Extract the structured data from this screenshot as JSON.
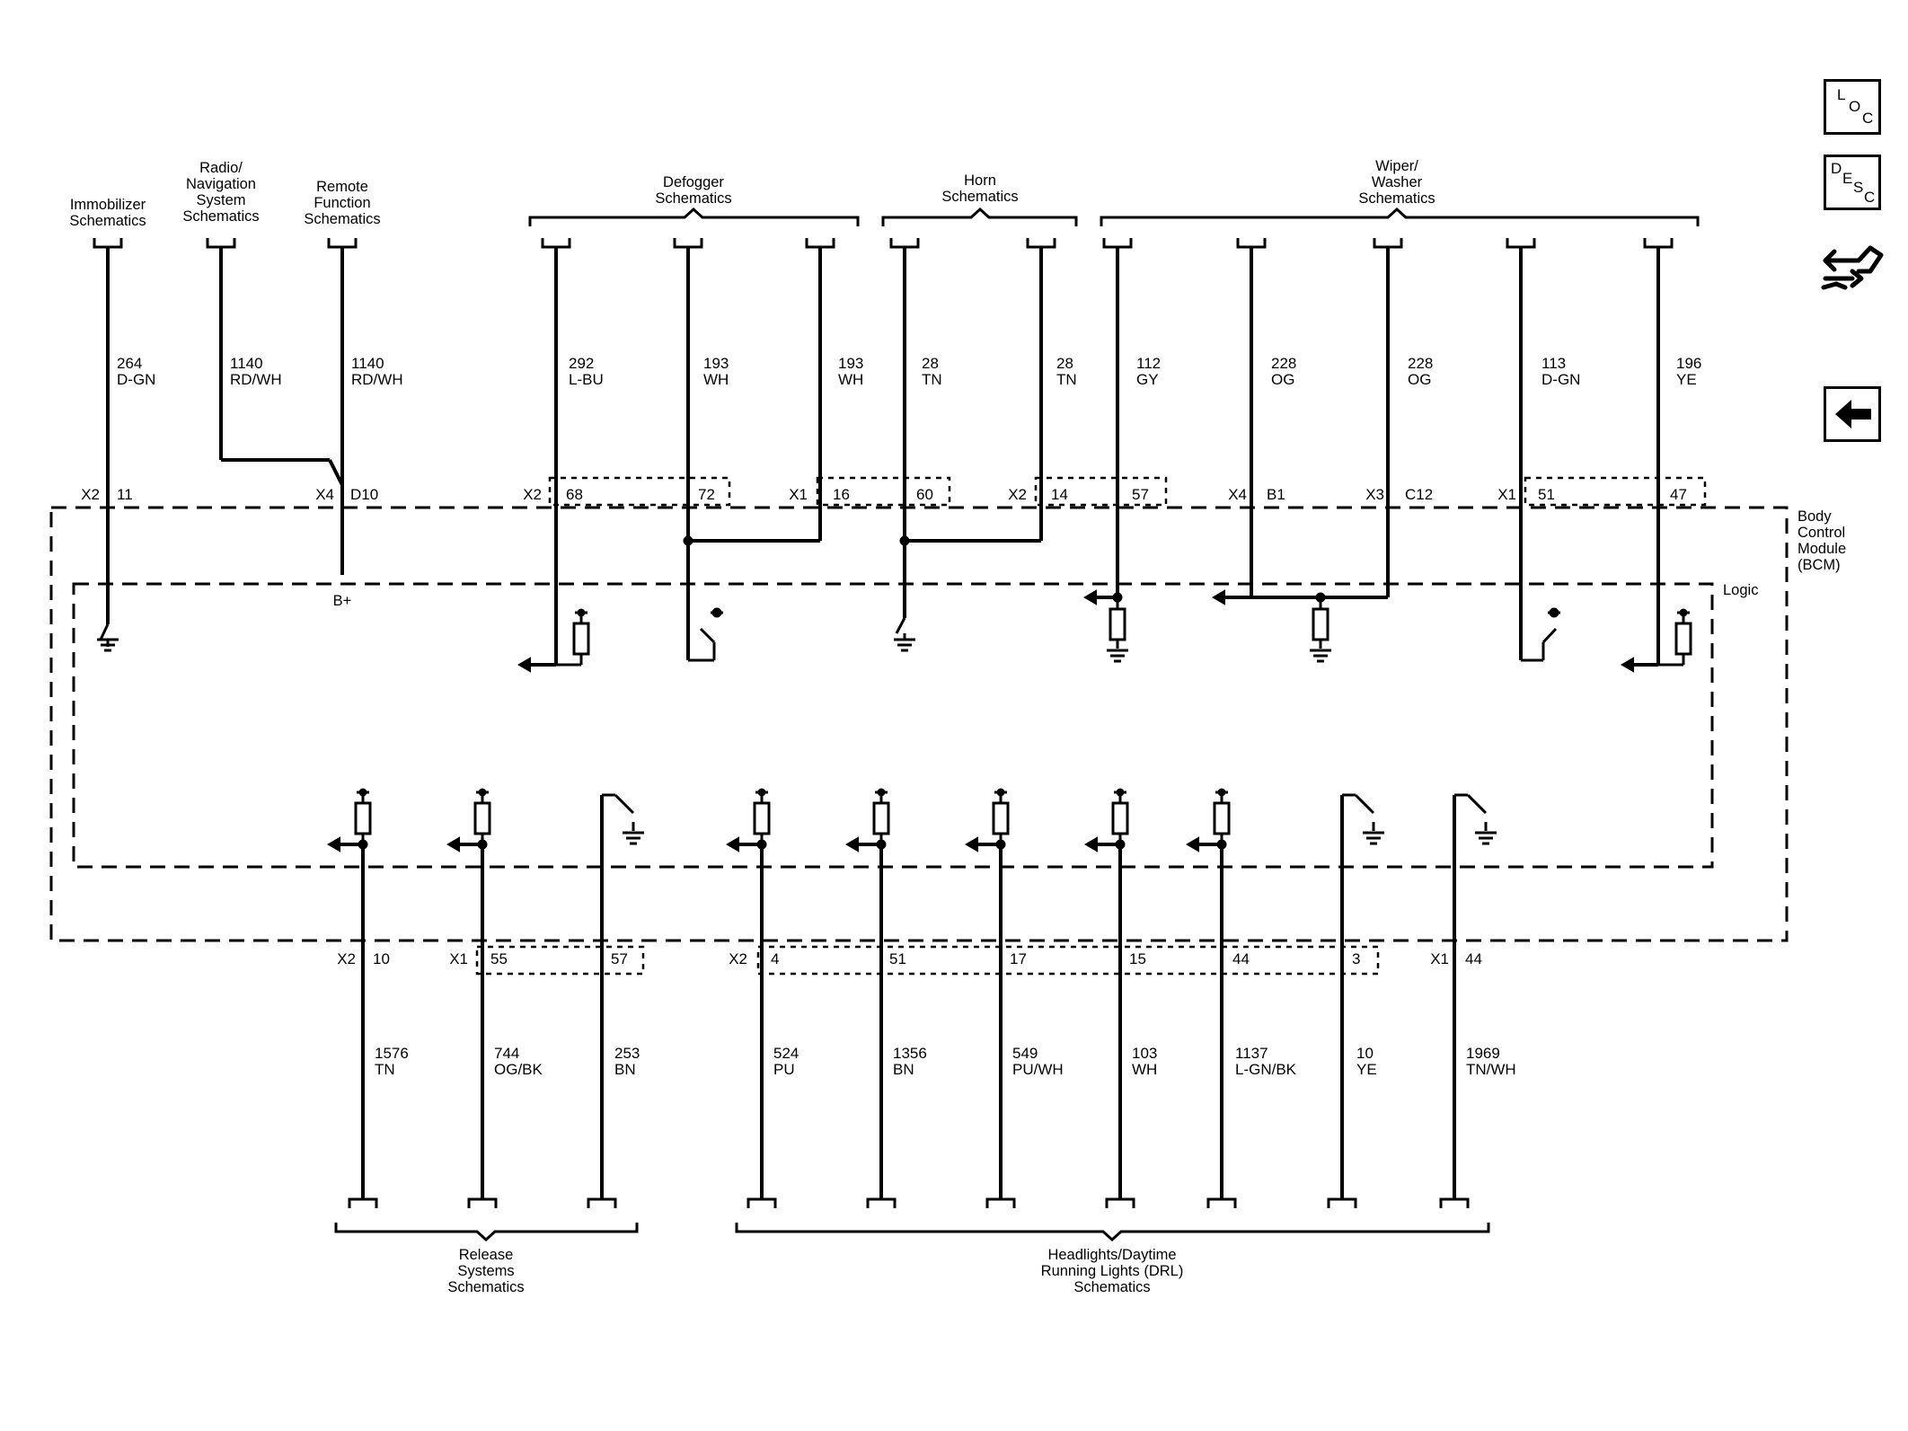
{
  "top_groups": {
    "immobilizer": [
      "Immobilizer",
      "Schematics"
    ],
    "radio": [
      "Radio/",
      "Navigation",
      "System",
      "Schematics"
    ],
    "remote": [
      "Remote",
      "Function",
      "Schematics"
    ],
    "defogger": [
      "Defogger",
      "Schematics"
    ],
    "horn": [
      "Horn",
      "Schematics"
    ],
    "wiper": [
      "Wiper/",
      "Washer",
      "Schematics"
    ]
  },
  "bottom_groups": {
    "release": [
      "Release",
      "Systems",
      "Schematics"
    ],
    "headlights": [
      "Headlights/Daytime",
      "Running Lights (DRL)",
      "Schematics"
    ]
  },
  "module": {
    "name": [
      "Body",
      "Control",
      "Module",
      "(BCM)"
    ],
    "logic": "Logic",
    "bplus": "B+"
  },
  "top_wires": [
    {
      "circuit": "264",
      "color": "D-GN",
      "conn": "X2",
      "pin": "11"
    },
    {
      "circuit": "1140",
      "color": "RD/WH",
      "conn": "",
      "pin": ""
    },
    {
      "circuit": "1140",
      "color": "RD/WH",
      "conn": "X4",
      "pin": "D10"
    },
    {
      "circuit": "292",
      "color": "L-BU",
      "conn": "X2",
      "pin": "68"
    },
    {
      "circuit": "193",
      "color": "WH",
      "conn": "",
      "pin": "72"
    },
    {
      "circuit": "193",
      "color": "WH",
      "conn": "X1",
      "pin": "16"
    },
    {
      "circuit": "28",
      "color": "TN",
      "conn": "",
      "pin": "60"
    },
    {
      "circuit": "28",
      "color": "TN",
      "conn": "X2",
      "pin": "14"
    },
    {
      "circuit": "112",
      "color": "GY",
      "conn": "",
      "pin": "57"
    },
    {
      "circuit": "228",
      "color": "OG",
      "conn": "X4",
      "pin": "B1"
    },
    {
      "circuit": "228",
      "color": "OG",
      "conn": "X3",
      "pin": "C12"
    },
    {
      "circuit": "113",
      "color": "D-GN",
      "conn": "X1",
      "pin": "51"
    },
    {
      "circuit": "196",
      "color": "YE",
      "conn": "",
      "pin": "47"
    }
  ],
  "bottom_wires": [
    {
      "circuit": "1576",
      "color": "TN",
      "conn": "X2",
      "pin": "10"
    },
    {
      "circuit": "744",
      "color": "OG/BK",
      "conn": "X1",
      "pin": "55"
    },
    {
      "circuit": "253",
      "color": "BN",
      "conn": "",
      "pin": "57"
    },
    {
      "circuit": "524",
      "color": "PU",
      "conn": "X2",
      "pin": "4"
    },
    {
      "circuit": "1356",
      "color": "BN",
      "conn": "",
      "pin": "51"
    },
    {
      "circuit": "549",
      "color": "PU/WH",
      "conn": "",
      "pin": "17"
    },
    {
      "circuit": "103",
      "color": "WH",
      "conn": "",
      "pin": "15"
    },
    {
      "circuit": "1137",
      "color": "L-GN/BK",
      "conn": "",
      "pin": "44"
    },
    {
      "circuit": "10",
      "color": "YE",
      "conn": "",
      "pin": "3"
    },
    {
      "circuit": "1969",
      "color": "TN/WH",
      "conn": "X1",
      "pin": "44"
    }
  ],
  "side_panel": {
    "loc": [
      "L",
      "O",
      "C"
    ],
    "desc": [
      "D",
      "E",
      "S",
      "C"
    ],
    "connector_icon": "connector-icon",
    "back_icon": "back-arrow-icon"
  },
  "colors": {
    "ink": "#000000",
    "background": "#ffffff"
  }
}
